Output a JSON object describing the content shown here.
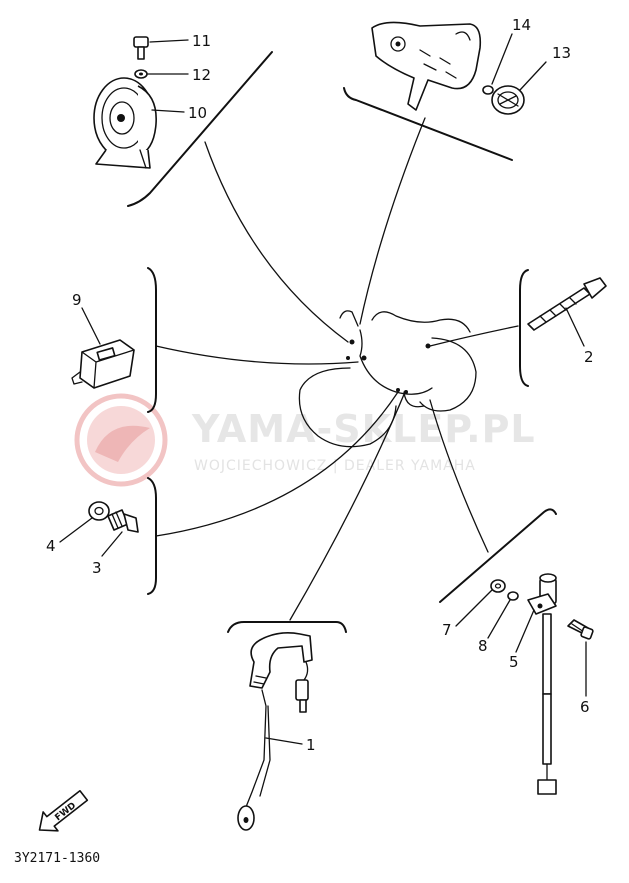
{
  "diagram": {
    "callouts": [
      "1",
      "2",
      "3",
      "4",
      "5",
      "6",
      "7",
      "8",
      "9",
      "10",
      "11",
      "12",
      "13",
      "14"
    ],
    "part_code": "3Y2171-1360",
    "direction_label": "FWD"
  },
  "watermark": {
    "title": "YAMA-SKLEP.PL",
    "subtitle": "WOJCIECHOWICZ | DEALER YAMAHA",
    "color": "#e8a8a8"
  }
}
